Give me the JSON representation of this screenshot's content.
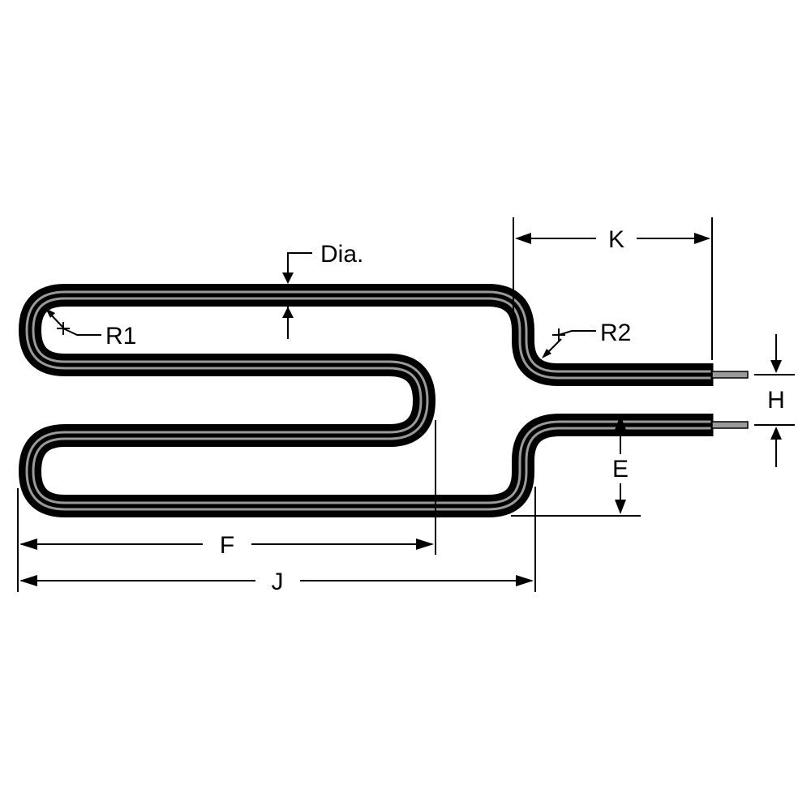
{
  "labels": {
    "dia": "Dia.",
    "r1": "R1",
    "r2": "R2",
    "k": "K",
    "h": "H",
    "e": "E",
    "f": "F",
    "j": "J"
  },
  "colors": {
    "sheath": "#000000",
    "sheath_highlight": "#9a9a9a",
    "terminal_pin": "#9a9a9a",
    "background": "#ffffff"
  }
}
